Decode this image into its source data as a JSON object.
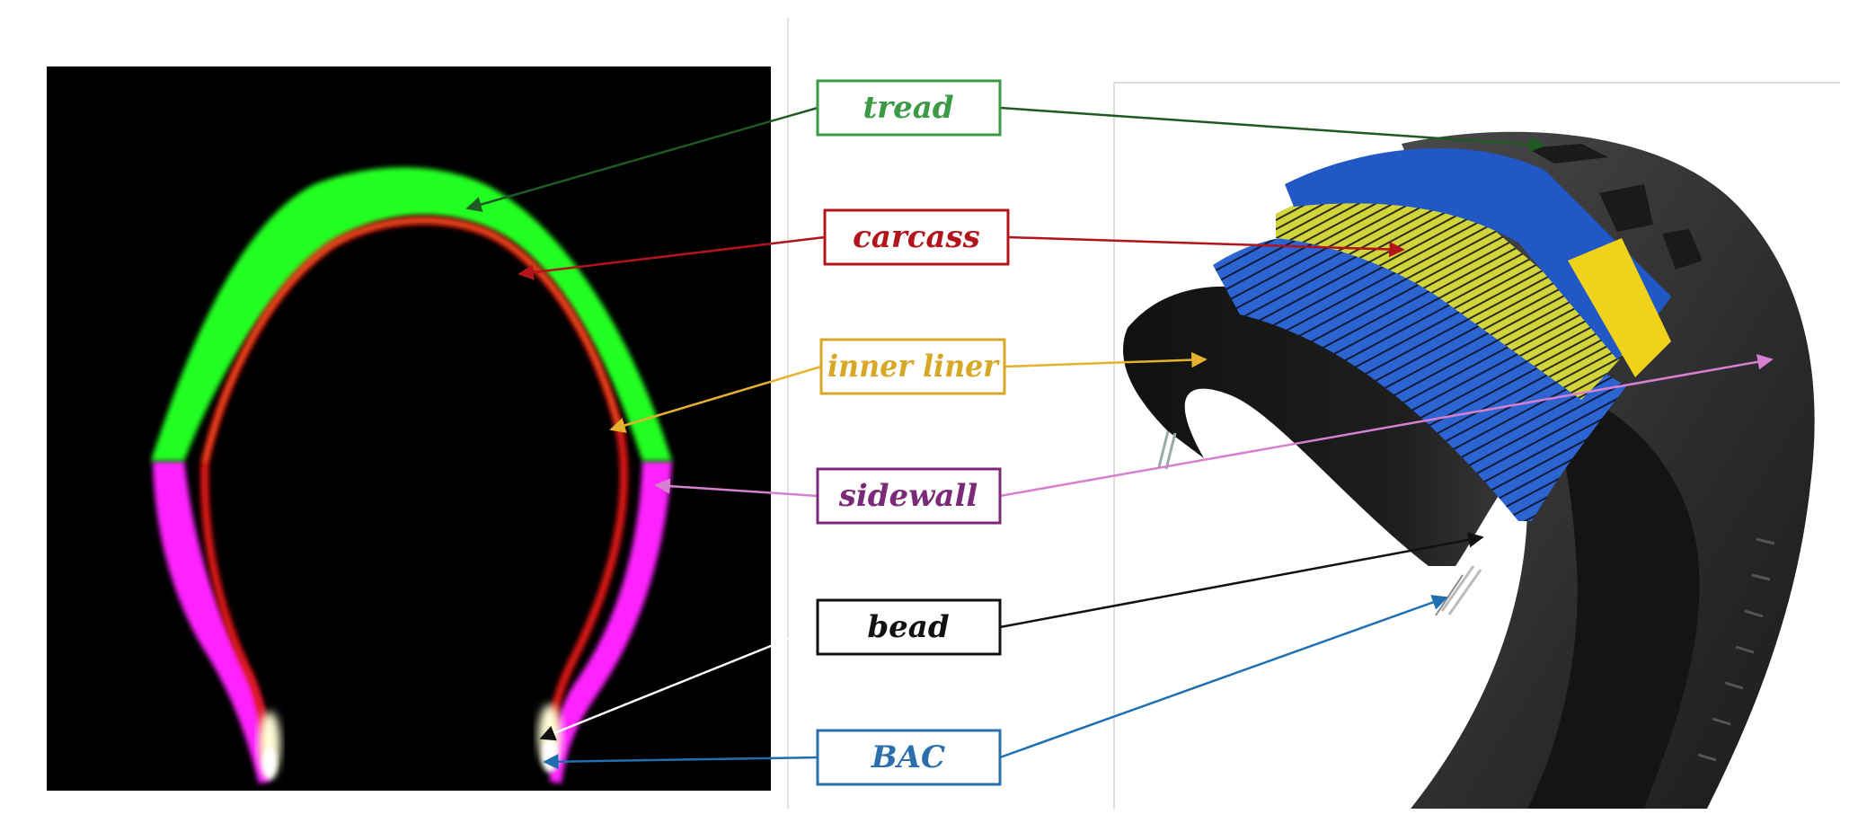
{
  "labels": [
    {
      "id": "tread",
      "text": "tread",
      "color": "#3a9a46"
    },
    {
      "id": "carcass",
      "text": "carcass",
      "color": "#b3141c"
    },
    {
      "id": "inner-liner",
      "text": "inner liner",
      "color": "#d8a726"
    },
    {
      "id": "sidewall",
      "text": "sidewall",
      "color": "#7a2a78"
    },
    {
      "id": "bead",
      "text": "bead",
      "color": "#111111"
    },
    {
      "id": "bac",
      "text": "BAC",
      "color": "#2c6fad"
    }
  ],
  "colors": {
    "tread_region": "#22ff22",
    "sidewall_region": "#ff22ff",
    "carcass_line": "#e01818",
    "tread_arrow": "#1f5a22",
    "carcass_arrow": "#b3141c",
    "liner_arrow": "#e6b22e",
    "sidewall_arrow": "#d77fd0",
    "bead_arrow": "#111111",
    "bac_arrow": "#1f6fb0",
    "tire_blue": "#2158c6",
    "tire_yellow": "#d2d43c",
    "tire_rubber": "#2f2f31"
  }
}
